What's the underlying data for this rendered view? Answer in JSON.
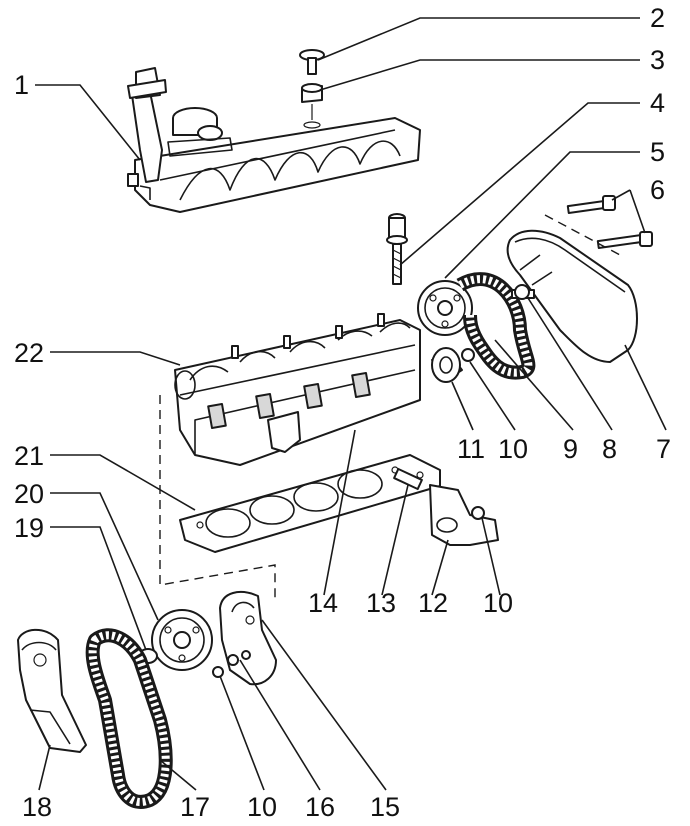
{
  "callouts": [
    {
      "id": "1",
      "text": "1"
    },
    {
      "id": "2",
      "text": "2"
    },
    {
      "id": "3",
      "text": "3"
    },
    {
      "id": "4",
      "text": "4"
    },
    {
      "id": "5",
      "text": "5"
    },
    {
      "id": "6",
      "text": "6"
    },
    {
      "id": "7",
      "text": "7"
    },
    {
      "id": "8",
      "text": "8"
    },
    {
      "id": "9",
      "text": "9"
    },
    {
      "id": "10a",
      "text": "10"
    },
    {
      "id": "11",
      "text": "11"
    },
    {
      "id": "22",
      "text": "22"
    },
    {
      "id": "21",
      "text": "21"
    },
    {
      "id": "20",
      "text": "20"
    },
    {
      "id": "19",
      "text": "19"
    },
    {
      "id": "14",
      "text": "14"
    },
    {
      "id": "13",
      "text": "13"
    },
    {
      "id": "12",
      "text": "12"
    },
    {
      "id": "10b",
      "text": "10"
    },
    {
      "id": "18",
      "text": "18"
    },
    {
      "id": "17",
      "text": "17"
    },
    {
      "id": "10c",
      "text": "10"
    },
    {
      "id": "16",
      "text": "16"
    },
    {
      "id": "15",
      "text": "15"
    }
  ]
}
